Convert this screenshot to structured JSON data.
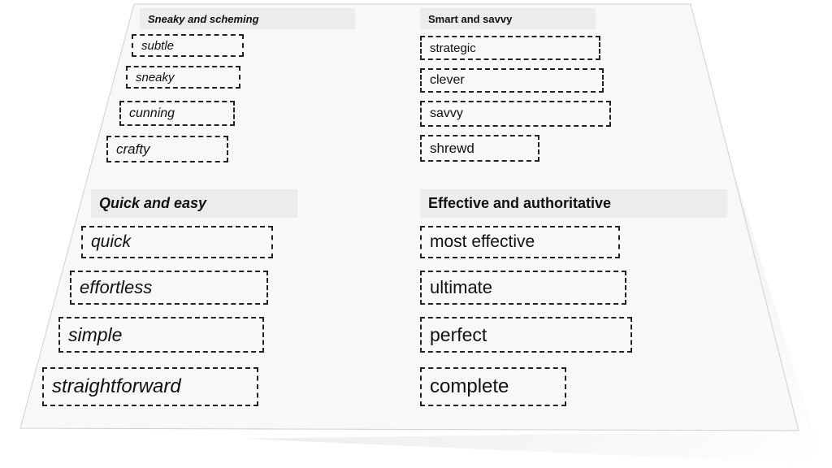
{
  "groups": [
    {
      "title": "Sneaky and scheming",
      "words": [
        "subtle",
        "sneaky",
        "cunning",
        "crafty"
      ]
    },
    {
      "title": "Smart and savvy",
      "words": [
        "strategic",
        "clever",
        "savvy",
        "shrewd"
      ]
    },
    {
      "title": "Quick and easy",
      "words": [
        "quick",
        "effortless",
        "simple",
        "straightforward"
      ]
    },
    {
      "title": "Effective and authoritative",
      "words": [
        "most effective",
        "ultimate",
        "perfect",
        "complete"
      ]
    }
  ],
  "colors": {
    "paper": "#f8f8f8",
    "header_bg": "#ececec",
    "border": "#222222"
  }
}
